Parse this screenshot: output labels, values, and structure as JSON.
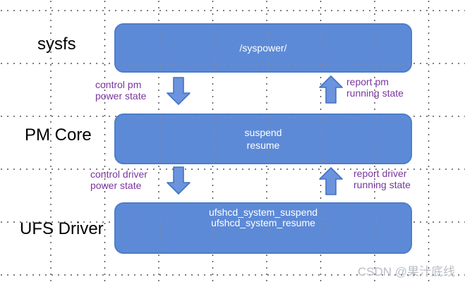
{
  "rows": [
    {
      "side_label": "sysfs",
      "box_text": "/syspower/"
    },
    {
      "side_label": "PM Core",
      "box_text": "suspend\nresume"
    },
    {
      "side_label": "UFS Driver",
      "box_text": "ufshcd_system_suspend\nufshcd_system_resume"
    }
  ],
  "connectors": [
    {
      "direction": "down",
      "label": "control pm\npower state"
    },
    {
      "direction": "up",
      "label": "report pm\nrunning state"
    },
    {
      "direction": "down",
      "label": "control driver\npower state"
    },
    {
      "direction": "up",
      "label": "report driver\nrunning state"
    }
  ],
  "watermark": "CSDN @果汁底线",
  "colors": {
    "box_fill": "#5d8ad7",
    "box_border": "#4d7dca",
    "arrow_fill": "#6b93de",
    "arrow_border": "#4472c4",
    "connector_label": "#7a35a0",
    "box_text": "#ffffff",
    "side_label": "#000000",
    "watermark": "#b9bdc4",
    "grid_dot": "#3c3c3c",
    "grid_dot_on_box": "#cd823c"
  }
}
